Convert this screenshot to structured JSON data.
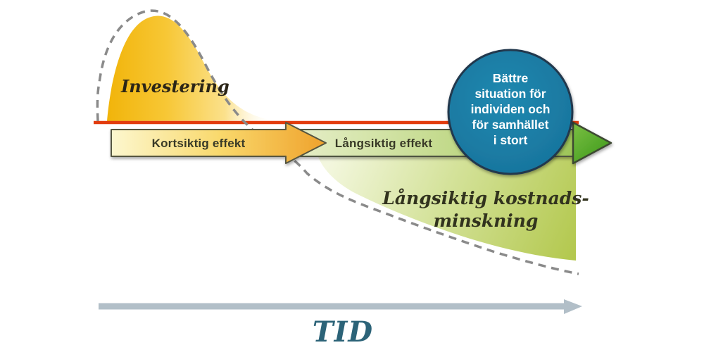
{
  "diagram": {
    "investment_label": "Investering",
    "short_term_label": "Kortsiktig effekt",
    "long_term_label": "Långsiktig effekt",
    "outcome_circle": {
      "lines": [
        "Bättre",
        "situation för",
        "individen och",
        "för samhället",
        "i stort"
      ]
    },
    "cost_reduction": {
      "lines": [
        "Långsiktig kostnads-",
        "minskning"
      ]
    },
    "time_axis_label": "TID"
  },
  "colors": {
    "investment_gold_deep": "#f1b40a",
    "investment_gold_light": "#fbe18c",
    "baseline_red": "#e23b0d",
    "short_term_band_start": "#fcf7cf",
    "short_term_band_end": "#efa22c",
    "long_term_band_start": "#e7efca",
    "long_term_band_end": "#9dc457",
    "long_term_arrowhead": "#4fa32a",
    "cost_area_start": "#f3f7de",
    "cost_area_end": "#b3c84e",
    "outcome_circle_fill": "#1b7ca6",
    "outcome_circle_border": "#20384e",
    "dashed_curve": "#8a8a8a",
    "time_arrow": "#b2bfc8",
    "time_label": "#2c6378",
    "band_outline": "#53523f"
  }
}
